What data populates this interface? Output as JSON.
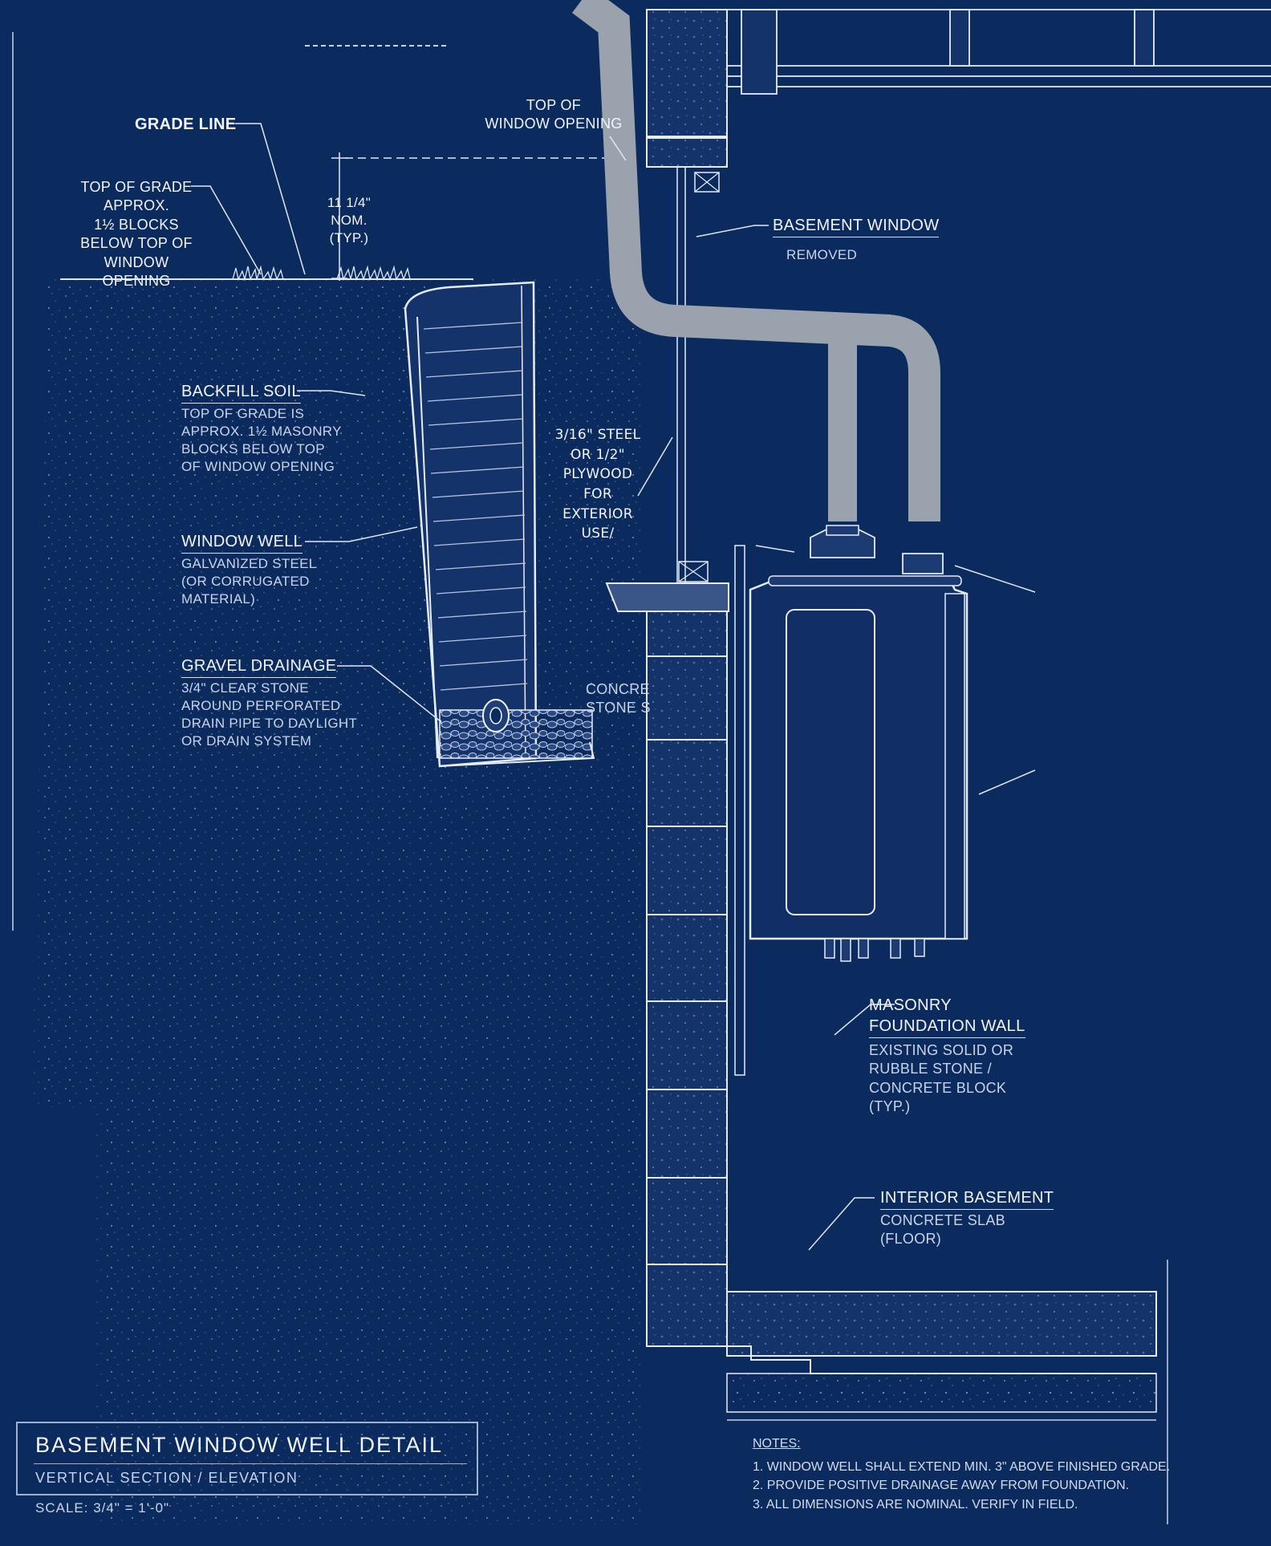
{
  "labels": {
    "grade_line": "GRADE LINE",
    "top_of_grade": [
      "TOP OF GRADE",
      "APPROX.",
      "1½ BLOCKS",
      "BELOW TOP OF",
      "WINDOW OPENING"
    ],
    "dimension": [
      "11 1/4\"",
      "NOM.",
      "(TYP.)"
    ],
    "top_of_window_opening": [
      "TOP OF",
      "WINDOW OPENING"
    ],
    "basement_window": "BASEMENT WINDOW",
    "basement_window_sub": "REMOVED",
    "backfill_soil": "BACKFILL SOIL",
    "backfill_soil_sub": [
      "TOP OF GRADE IS",
      "APPROX. 1½ MASONRY",
      "BLOCKS BELOW TOP",
      "OF WINDOW OPENING"
    ],
    "steel_plywood": [
      "3/16\" STEEL",
      "OR 1/2\"",
      "PLYWOOD",
      "FOR",
      "EXTERIOR",
      "USE/"
    ],
    "window_well": "WINDOW WELL",
    "window_well_sub": [
      "GALVANIZED STEEL",
      "(OR CORRUGATED",
      "MATERIAL)"
    ],
    "gravel_drainage": "GRAVEL DRAINAGE",
    "gravel_drainage_sub": [
      "3/4\" CLEAR STONE",
      "AROUND PERFORATED",
      "DRAIN PIPE TO DAYLIGHT",
      "OR DRAIN SYSTEM"
    ],
    "concrete_stone": [
      "CONCRE",
      "STONE S"
    ],
    "masonry_wall": [
      "MASONRY",
      "FOUNDATION WALL"
    ],
    "masonry_wall_sub": [
      "EXISTING SOLID OR",
      "RUBBLE STONE /",
      "CONCRETE BLOCK",
      "(TYP.)"
    ],
    "interior_basement": "INTERIOR BASEMENT",
    "interior_basement_sub": [
      "CONCRETE SLAB",
      "(FLOOR)"
    ]
  },
  "title_block": {
    "title": "BASEMENT WINDOW WELL DETAIL",
    "subtitle": "VERTICAL SECTION / ELEVATION",
    "scale": "SCALE: 3/4\" = 1'-0\""
  },
  "notes": {
    "title": "NOTES:",
    "items": [
      "1.  WINDOW WELL SHALL EXTEND MIN. 3\" ABOVE FINISHED GRADE.",
      "2.  PROVIDE POSITIVE DRAINAGE AWAY FROM FOUNDATION.",
      "3.  ALL DIMENSIONS ARE NOMINAL. VERIFY IN FIELD."
    ]
  },
  "colors": {
    "background": "#0b2a5e",
    "line": "#dfe7f5",
    "pipe": "#9aa3ad"
  }
}
